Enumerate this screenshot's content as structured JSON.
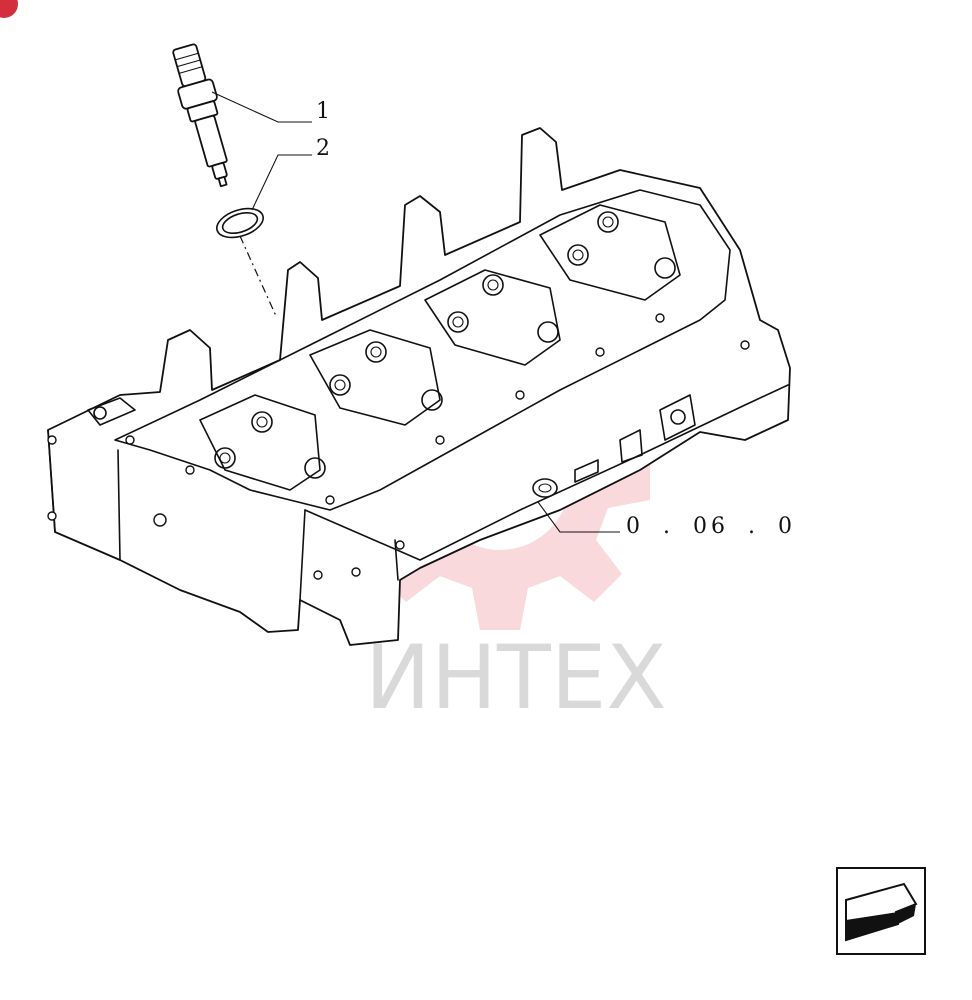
{
  "callouts": {
    "item1": "1",
    "item2": "2",
    "reference": "0 . 06 . 0"
  },
  "watermark": {
    "text": "ИНТЕХ",
    "gear_color": "#f4b9bd",
    "text_color": "#d9d9d9"
  },
  "colors": {
    "line": "#111111",
    "corner_badge": "#d32f3c"
  },
  "icons": {
    "nav_arrow": "next-page-arrow-icon"
  }
}
